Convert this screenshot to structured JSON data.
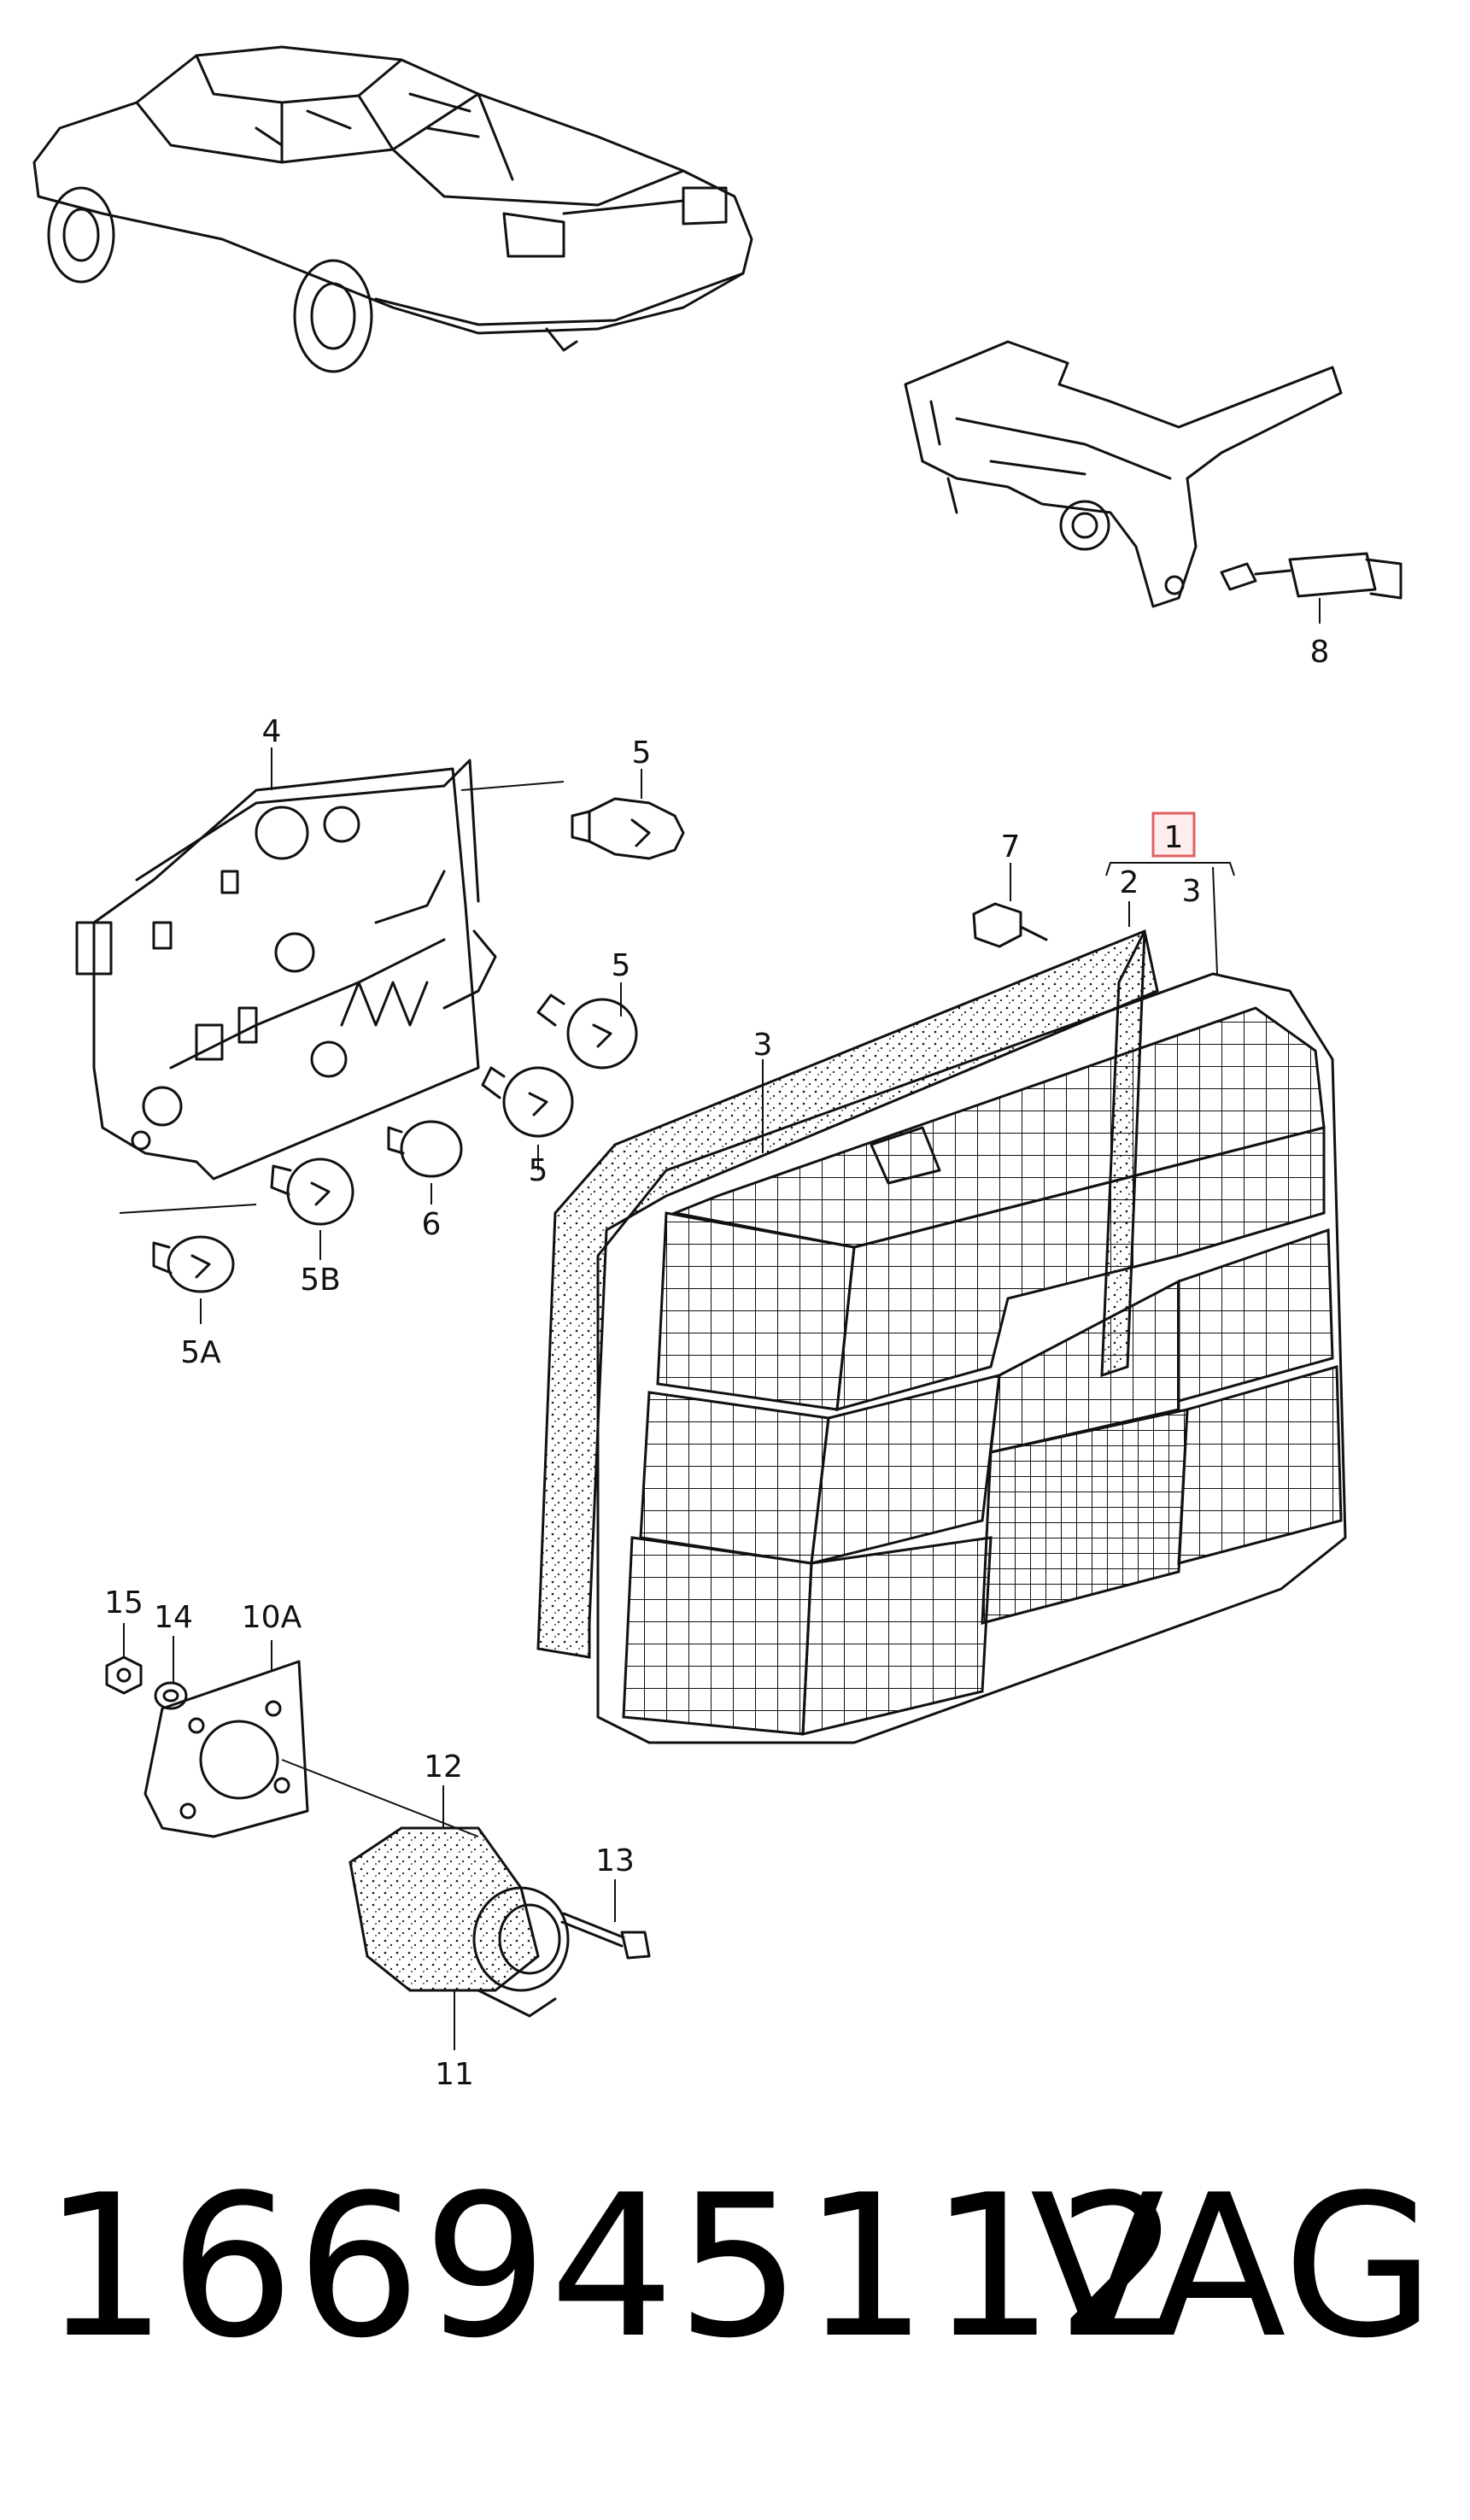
{
  "callouts": [
    {
      "id": "1",
      "label": "1",
      "highlighted": true
    },
    {
      "id": "2",
      "label": "2"
    },
    {
      "id": "3a",
      "label": "3"
    },
    {
      "id": "3b",
      "label": "3"
    },
    {
      "id": "4",
      "label": "4"
    },
    {
      "id": "5a",
      "label": "5"
    },
    {
      "id": "5b",
      "label": "5"
    },
    {
      "id": "5c",
      "label": "5"
    },
    {
      "id": "5A",
      "label": "5A"
    },
    {
      "id": "5B",
      "label": "5B"
    },
    {
      "id": "6",
      "label": "6"
    },
    {
      "id": "7",
      "label": "7"
    },
    {
      "id": "8",
      "label": "8"
    },
    {
      "id": "10A",
      "label": "10A"
    },
    {
      "id": "11",
      "label": "11"
    },
    {
      "id": "12",
      "label": "12"
    },
    {
      "id": "13",
      "label": "13"
    },
    {
      "id": "14",
      "label": "14"
    },
    {
      "id": "15",
      "label": "15"
    }
  ],
  "footer": {
    "part_number": "166945112",
    "brand": "VAG"
  },
  "colors": {
    "line": "#111111",
    "highlight": "#e06060",
    "background": "#ffffff"
  }
}
